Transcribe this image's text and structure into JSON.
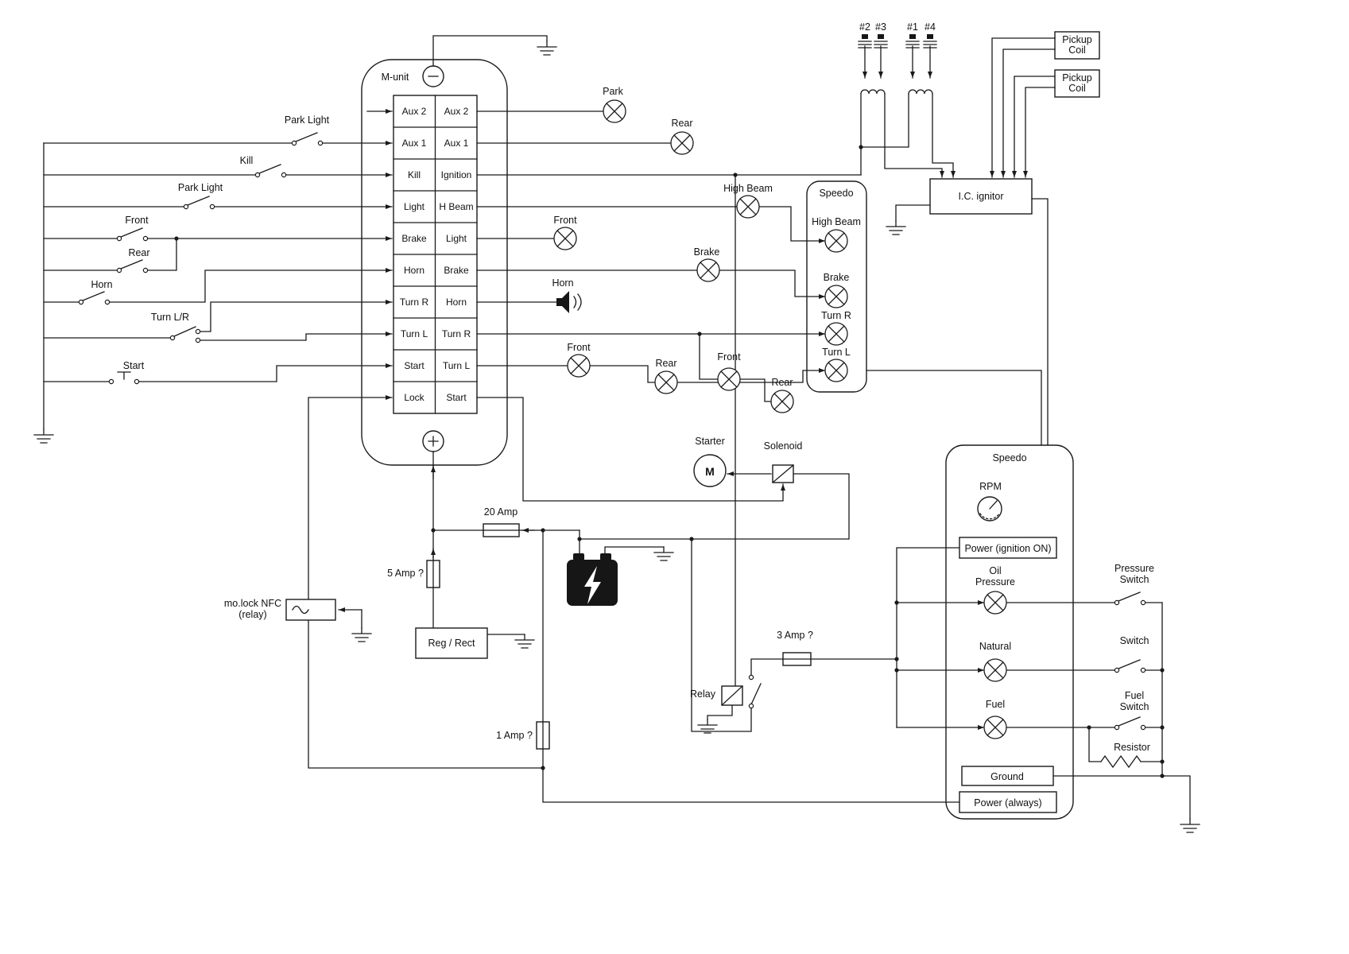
{
  "munit": {
    "title": "M-unit",
    "rows": [
      {
        "left": "Aux 2",
        "right": "Aux 2"
      },
      {
        "left": "Aux 1",
        "right": "Aux 1"
      },
      {
        "left": "Kill",
        "right": "Ignition"
      },
      {
        "left": "Light",
        "right": "H Beam"
      },
      {
        "left": "Brake",
        "right": "Light"
      },
      {
        "left": "Horn",
        "right": "Brake"
      },
      {
        "left": "Turn R",
        "right": "Horn"
      },
      {
        "left": "Turn L",
        "right": "Turn R"
      },
      {
        "left": "Start",
        "right": "Turn L"
      },
      {
        "left": "Lock",
        "right": "Start"
      }
    ]
  },
  "left_switches": {
    "park_light": "Park Light",
    "kill": "Kill",
    "park_light2": "Park Light",
    "front": "Front",
    "rear": "Rear",
    "horn": "Horn",
    "turn_lr": "Turn L/R",
    "start": "Start"
  },
  "lamps": {
    "park": "Park",
    "rear": "Rear",
    "high_beam": "High Beam",
    "front": "Front",
    "brake": "Brake",
    "horn": "Horn",
    "turn_l_front": "Front",
    "turn_l_rear": "Rear",
    "turn_r_front": "Front",
    "turn_r_rear": "Rear"
  },
  "cluster": {
    "title": "Speedo",
    "items": [
      "High Beam",
      "Brake",
      "Turn R",
      "Turn L"
    ]
  },
  "ignition": {
    "plugs": [
      "#2",
      "#3",
      "#1",
      "#4"
    ],
    "ignitor": "I.C. ignitor",
    "pickup1a": "Pickup",
    "pickup1b": "Coil",
    "pickup2a": "Pickup",
    "pickup2b": "Coil"
  },
  "starter": {
    "label": "Starter",
    "motor": "M",
    "solenoid": "Solenoid"
  },
  "fuses": {
    "f20": "20 Amp",
    "f5": "5 Amp ?",
    "f3": "3 Amp ?",
    "f1": "1 Amp ?"
  },
  "regrect": "Reg / Rect",
  "molock": {
    "line1": "mo.lock NFC",
    "line2": "(relay)"
  },
  "relay": "Relay",
  "speedo": {
    "title": "Speedo",
    "rpm": "RPM",
    "power_ign": "Power (ignition ON)",
    "oil1": "Oil",
    "oil2": "Pressure",
    "natural": "Natural",
    "fuel": "Fuel",
    "ground": "Ground",
    "power_always": "Power (always)"
  },
  "right_switches": {
    "pressure1": "Pressure",
    "pressure2": "Switch",
    "neutral": "Switch",
    "fuel1": "Fuel",
    "fuel2": "Switch",
    "resistor": "Resistor"
  }
}
